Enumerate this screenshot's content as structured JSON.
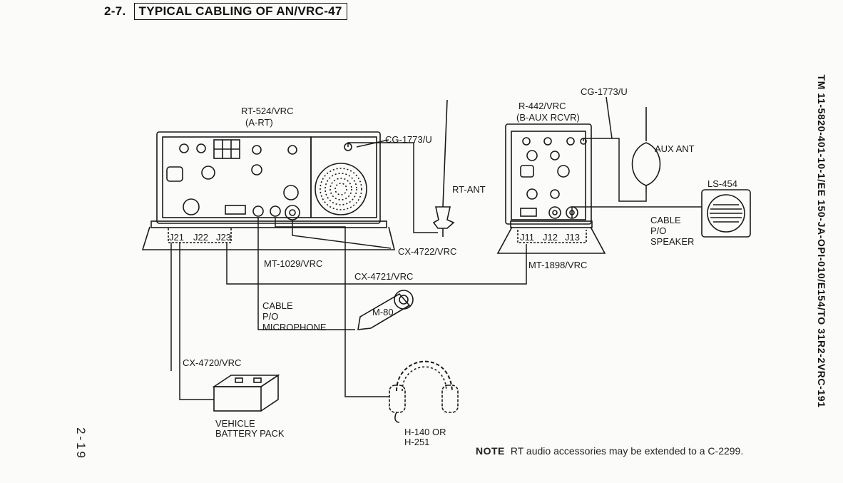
{
  "header": {
    "number": "2-7.",
    "title": "TYPICAL CABLING OF AN/VRC-47"
  },
  "side_text": "TM 11-5820-401-10-1/EE 150-JA-OPI-010/E154/TO 31R2-2VRC-191",
  "page_number": "2-19",
  "note": {
    "lead": "NOTE",
    "text": "RT audio accessories may be extended to a C-2299."
  },
  "labels": {
    "rt524": "RT-524/VRC",
    "rt524_sub": "(A-RT)",
    "cg1773_left": "CG-1773/U",
    "rt_ant": "RT-ANT",
    "cx4722": "CX-4722/VRC",
    "mt1029": "MT-1029/VRC",
    "cx4721": "CX-4721/VRC",
    "j21": "J21",
    "j22": "J22",
    "j23": "J23",
    "r442": "R-442/VRC",
    "r442_sub": "(B-AUX RCVR)",
    "cg1773_right": "CG-1773/U",
    "aux_ant": "AUX ANT",
    "ls454": "LS-454",
    "cable_speaker_1": "CABLE",
    "cable_speaker_2": "P/O",
    "cable_speaker_3": "SPEAKER",
    "mt1898": "MT-1898/VRC",
    "j11": "J11",
    "j12": "J12",
    "j13": "J13",
    "cable_mic_1": "CABLE",
    "cable_mic_2": "P/O",
    "cable_mic_3": "MICROPHONE",
    "m80": "M-80",
    "cx4720": "CX-4720/VRC",
    "vehicle_1": "VEHICLE",
    "vehicle_2": "BATTERY PACK",
    "headset_1": "H-140 OR",
    "headset_2": "H-251"
  }
}
